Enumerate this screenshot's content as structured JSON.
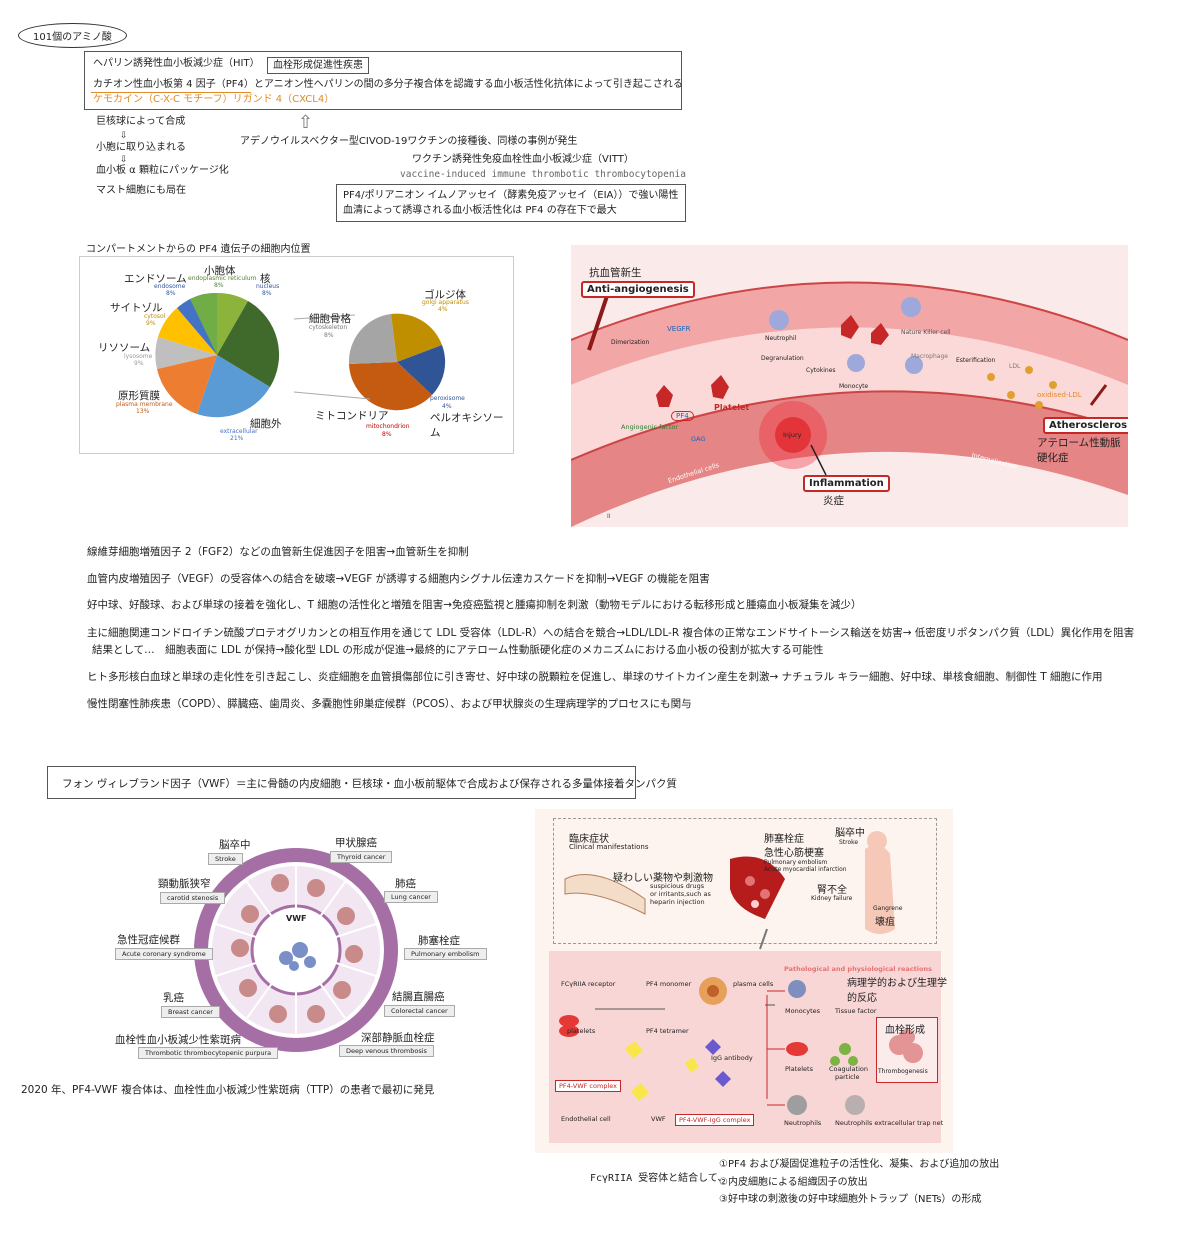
{
  "top": {
    "oval_label": "101個のアミノ酸",
    "hit_line": "ヘパリン誘発性血小板減少症（HIT）",
    "hit_tag": "血栓形成促進性疾患",
    "cation_line": "カチオン性血小板第 4 因子（PF4）とアニオン性ヘパリンの間の多分子複合体を認識する血小板活性化抗体によって引き起こされる",
    "cxcl4_line": "ケモカイン（C-X-C モチーフ）リガンド 4（CXCL4）",
    "steps": [
      "巨核球によって合成",
      "小胞に取り込まれる",
      "血小板 α 顆粒にパッケージ化",
      "マスト細胞にも局在"
    ],
    "adeno_line": "アデノウイルスベクター型CIVOD-19ワクチンの接種後、同様の事例が発生",
    "vitt_jp": "ワクチン誘発性免疫血栓性血小板減少症（VITT）",
    "vitt_en": "vaccine-induced immune thrombotic thrombocytopenia",
    "eia_line1": "PF4/ポリアニオン イムノアッセイ（酵素免疫アッセイ（EIA））で強い陽性",
    "eia_line2": "血清によって誘導される血小板活性化は PF4 の存在下で最大"
  },
  "compartment": {
    "title": "コンパートメントからの PF4 遺伝子の細胞内位置",
    "labels_jp": {
      "endosome": "エンドソーム",
      "er": "小胞体",
      "nucleus": "核",
      "cytosol": "サイトゾル",
      "lysosome": "リソソーム",
      "plasma": "原形質膜",
      "extracellular": "細胞外",
      "cytoskeleton": "細胞骨格",
      "golgi": "ゴルジ体",
      "mito": "ミトコンドリア",
      "peroxisome": "ペルオキシソーム"
    },
    "labels_en": {
      "endosome": "endosome",
      "er": "endoplasmic reticulum",
      "nucleus": "nucleus",
      "cytosol": "cytosol",
      "lysosome": "lysosome",
      "plasma": "plasma membrane",
      "extracellular": "extracellular",
      "cytoskeleton": "cytoskeleton",
      "golgi": "golgi apparatus",
      "mito": "mitochondrion",
      "peroxisome": "peroxisome"
    },
    "pcts": {
      "endosome": "8%",
      "er": "8%",
      "nucleus": "8%",
      "cytosol": "9%",
      "lysosome": "9%",
      "plasma": "13%",
      "extracellular": "21%",
      "cytoskeleton": "8%",
      "golgi": "4%",
      "mito": "8%",
      "peroxisome": "4%"
    }
  },
  "vessel": {
    "anti_jp": "抗血管新生",
    "anti_en": "Anti-angiogenesis",
    "athero_en": "Atherosclerosis",
    "athero_jp": "アテローム性動脈硬化症",
    "inflam_en": "Inflammation",
    "inflam_jp": "炎症",
    "labels": {
      "vegfr": "VEGFR",
      "dimerization": "Dimerization",
      "neutrophil": "Neutrophil",
      "degranulation": "Degranulation",
      "nk": "Nature Killer cell",
      "macrophage": "Macrophage",
      "esterification": "Esterification",
      "ldl": "LDL",
      "cytokines": "Cytokines",
      "monocyte": "Monocyte",
      "platelet": "Platelet",
      "pf4": "PF4",
      "angiogenic": "Angiogenic factor",
      "gag": "GAG",
      "injury": "Injury",
      "oxldl": "oxidised-LDL",
      "endothelial": "Endothelial cells",
      "internalization": "Internalization",
      "roman": "II"
    }
  },
  "paragraphs": [
    "線維芽細胞増殖因子 2（FGF2）などの血管新生促進因子を阻害→血管新生を抑制",
    "血管内皮増殖因子（VEGF）の受容体への結合を破壊→VEGF が誘導する細胞内シグナル伝達カスケードを抑制→VEGF の機能を阻害",
    "好中球、好酸球、および単球の接着を強化し、T 細胞の活性化と増殖を阻害→免疫癌監視と腫瘍抑制を刺激（動物モデルにおける転移形成と腫瘍血小板凝集を減少）",
    "主に細胞関連コンドロイチン硫酸プロテオグリカンとの相互作用を通じて LDL 受容体（LDL-R）への結合を競合→LDL/LDL-R 複合体の正常なエンドサイトーシス輸送を妨害→ 低密度リポタンパク質（LDL）異化作用を阻害",
    "結果として…　細胞表面に LDL が保持→酸化型 LDL の形成が促進→最終的にアテローム性動脈硬化症のメカニズムにおける血小板の役割が拡大する可能性",
    "ヒト多形核白血球と単球の走化性を引き起こし、炎症細胞を血管損傷部位に引き寄せ、好中球の脱顆粒を促進し、単球のサイトカイン産生を刺激→ ナチュラル キラー細胞、好中球、単核食細胞、制御性 T 細胞に作用",
    "慢性閉塞性肺疾患（COPD）、膵臓癌、歯周炎、多嚢胞性卵巣症候群（PCOS）、および甲状腺炎の生理病理学的プロセスにも関与"
  ],
  "vwf": {
    "definition": "フォン ヴィレブランド因子（VWF）＝主に骨髄の内皮細胞・巨核球・血小板前駆体で合成および保存される多量体接着タンパク質",
    "center": "VWF",
    "diseases": [
      {
        "jp": "脳卒中",
        "en": "Stroke"
      },
      {
        "jp": "甲状腺癌",
        "en": "Thyroid cancer"
      },
      {
        "jp": "頸動脈狭窄",
        "en": "carotid stenosis"
      },
      {
        "jp": "肺癌",
        "en": "Lung cancer"
      },
      {
        "jp": "急性冠症候群",
        "en": "Acute coronary syndrome"
      },
      {
        "jp": "肺塞栓症",
        "en": "Pulmonary embolism"
      },
      {
        "jp": "乳癌",
        "en": "Breast cancer"
      },
      {
        "jp": "結腸直腸癌",
        "en": "Colorectal cancer"
      },
      {
        "jp": "血栓性血小板減少性紫斑病",
        "en": "Thrombotic  thrombocytopenic purpura"
      },
      {
        "jp": "深部静脈血栓症",
        "en": "Deep venous thrombosis"
      }
    ],
    "ttp_note": "2020 年、PF4-VWF 複合体は、血栓性血小板減少性紫斑病（TTP）の患者で最初に発見"
  },
  "clinical": {
    "clin_jp": "臨床症状",
    "clin_en": "Clinical manifestations",
    "pe_jp1": "肺塞栓症",
    "pe_jp2": "急性心筋梗塞",
    "pe_en1": "Pulmonary embolism",
    "pe_en2": "Acute myocardial infarction",
    "stroke_jp": "脳卒中",
    "stroke_en": "Stroke",
    "kidney_jp": "腎不全",
    "kidney_en": "Kidney failure",
    "gangrene_en": "Gangrene",
    "gangrene_jp": "壊疽",
    "drugs_jp": "疑わしい薬物や刺激物",
    "drugs_en1": "suspicious drugs",
    "drugs_en2": "or irritants,such as",
    "drugs_en3": "heparin injection",
    "path_en": "Pathological and physiological reactions",
    "path_jp": "病理学的および生理学的反応",
    "labels": {
      "fcy": "FCγRIIA receptor",
      "pf4mono": "PF4 monomer",
      "plasma": "plasma cells",
      "platelets": "platelets",
      "pf4tetra": "PF4 tetramer",
      "igg": "IgG antibody",
      "pf4vwf": "PF4-VWF complex",
      "endothelial": "Endothelial cell",
      "vwf": "VWF",
      "pf4vwfigg": "PF4-VWF-IgG complex",
      "monocytes": "Monocytes",
      "tissue": "Tissue factor",
      "platelets2": "Platelets",
      "coag1": "Coagulation",
      "coag2": "particle",
      "thrombo": "Thrombogenesis",
      "neutrophils": "Neutrophils",
      "net": "Neutrophils extracellular trap net"
    },
    "thrombo_jp": "血栓形成"
  },
  "footer": {
    "lead": "FcγRIIA 受容体と結合して、",
    "items": [
      "①PF4 および凝固促進粒子の活性化、凝集、および追加の放出",
      "②内皮細胞による組織因子の放出",
      "③好中球の刺激後の好中球細胞外トラップ（NETs）の形成"
    ]
  },
  "colors": {
    "accent_orange": "#e08a2a",
    "red": "#d43b3b",
    "vessel_pink": "#f5c6c6"
  }
}
